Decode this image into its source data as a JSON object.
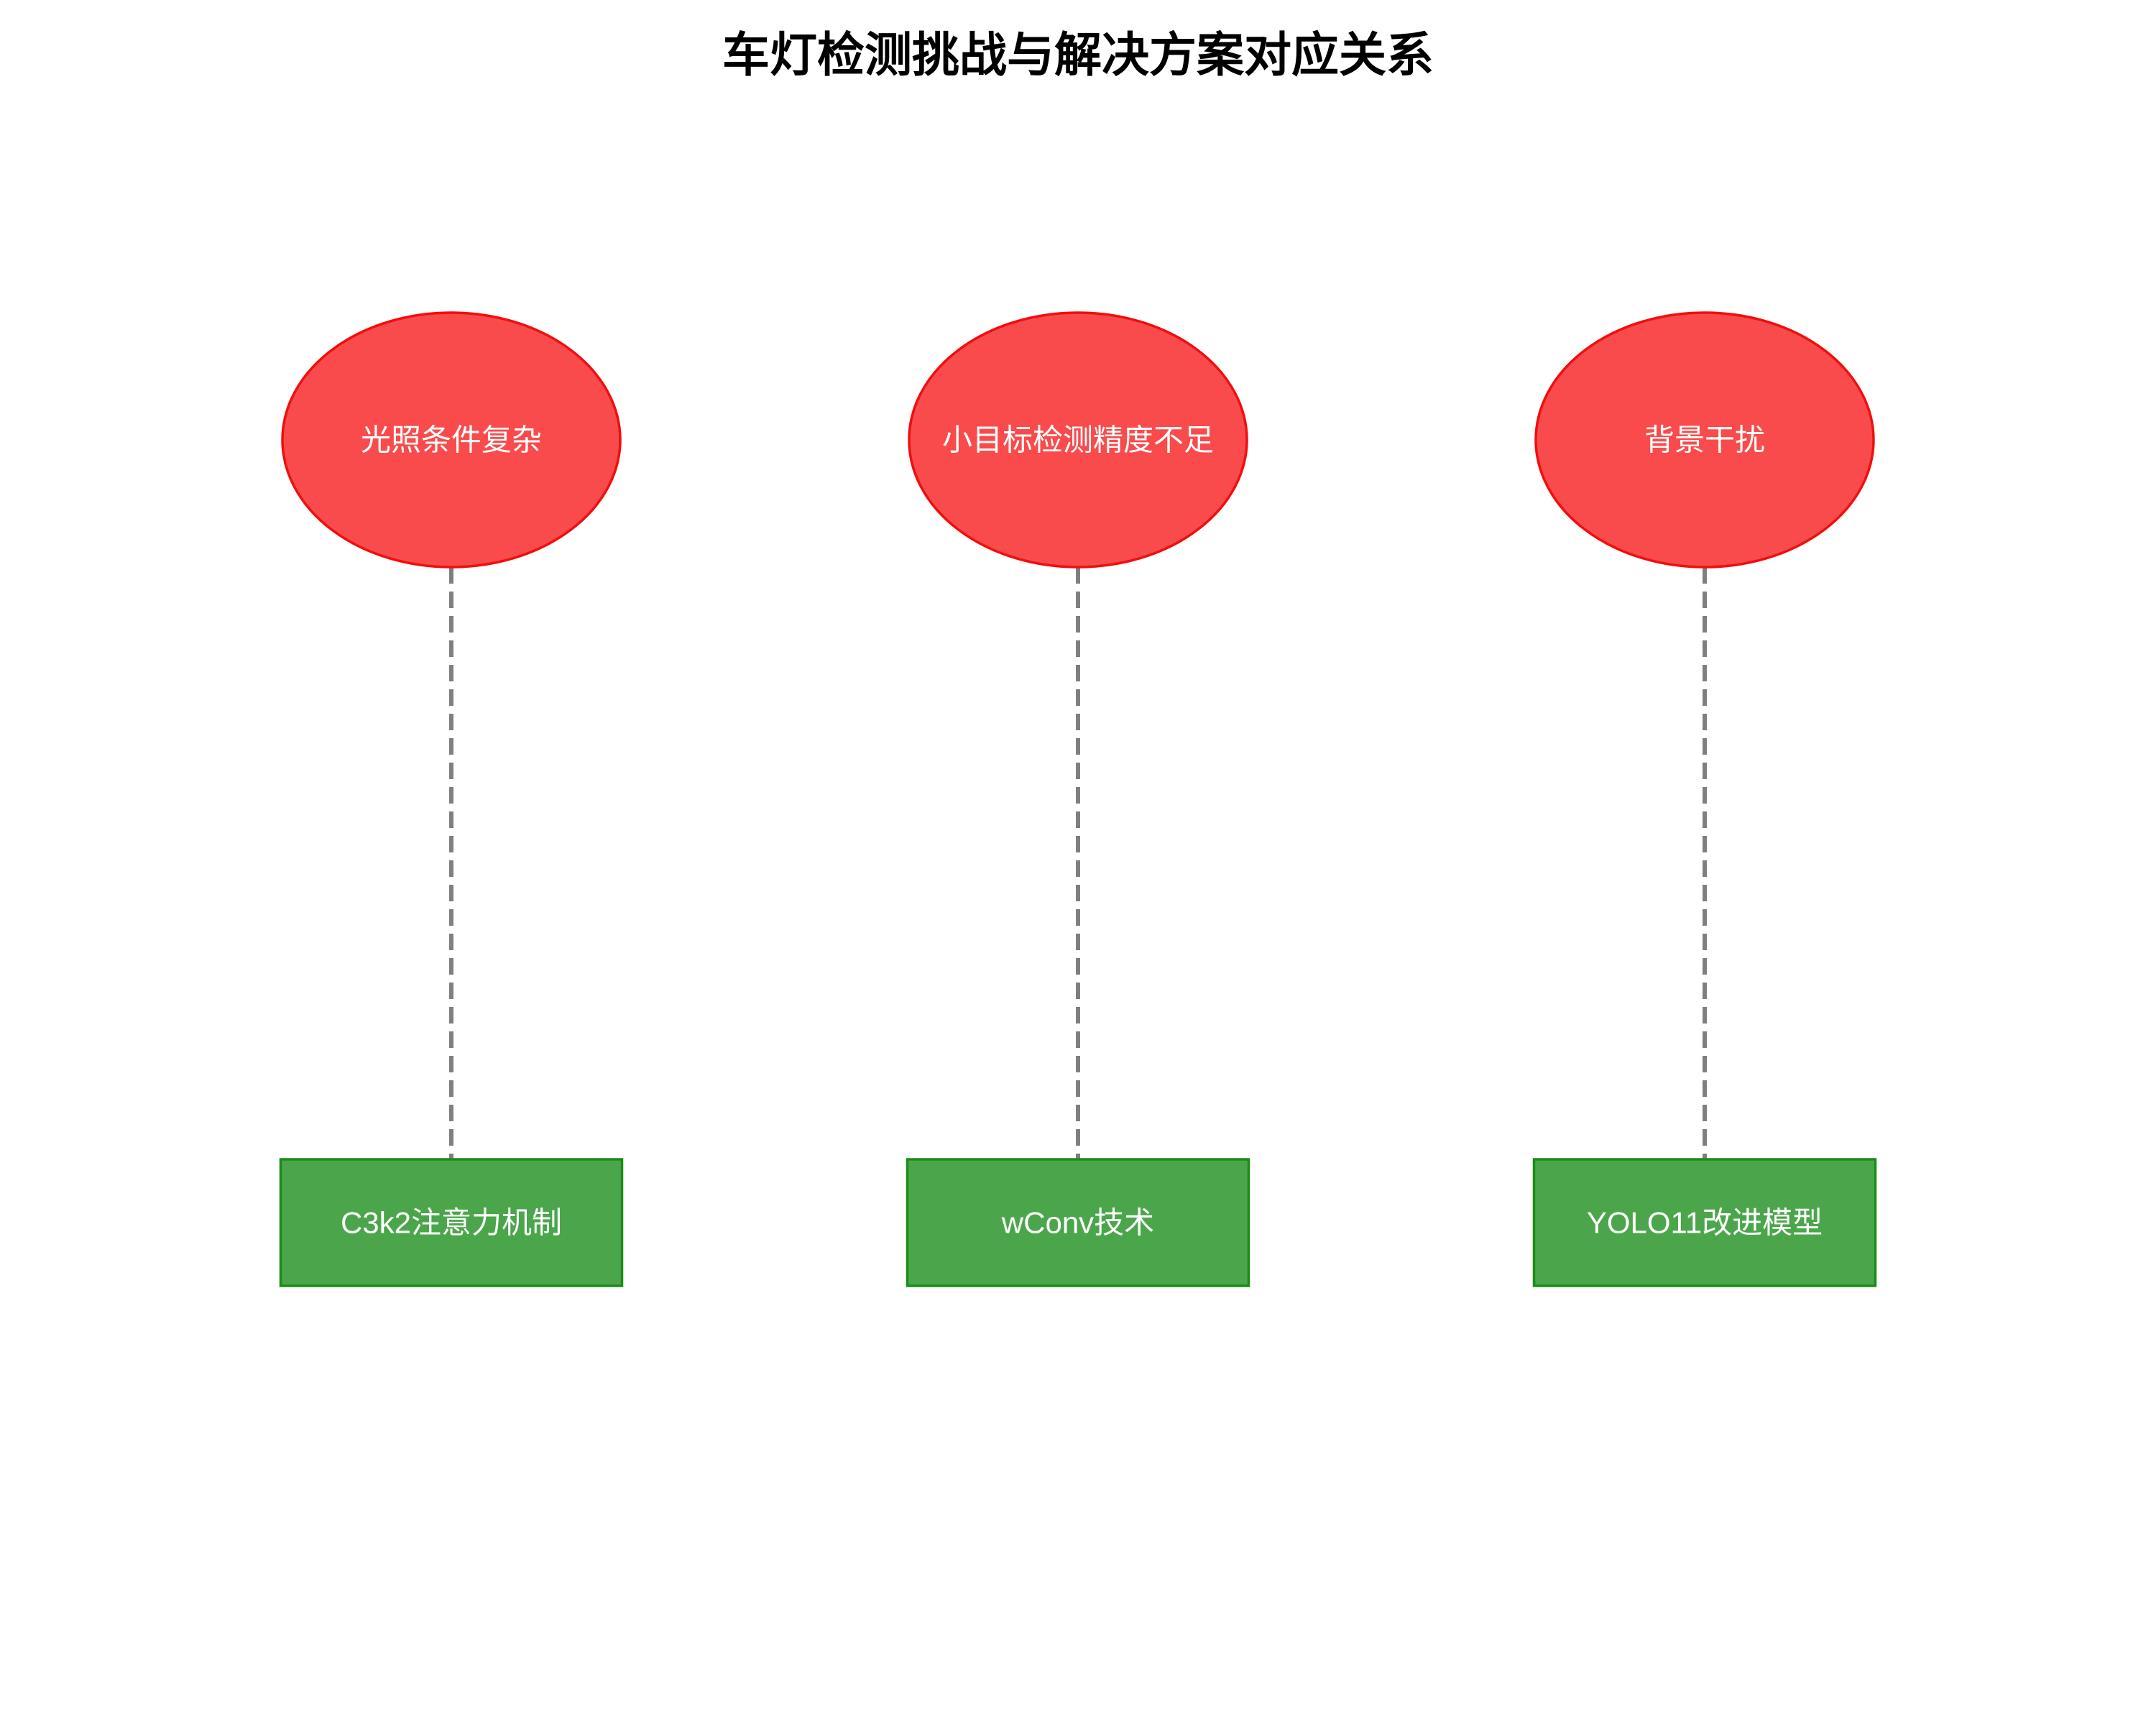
{
  "title": "车灯检测挑战与解决方案对应关系",
  "colors": {
    "title_text": "#000000",
    "challenge_fill": "#F94B4B",
    "challenge_border": "#F10E0E",
    "solution_fill": "#4BA64B",
    "solution_border": "#1A8C1A",
    "connector": "#7F7F7F",
    "node_text": "#FFFFFF"
  },
  "columns": [
    {
      "challenge": "光照条件复杂",
      "solution": "C3k2注意力机制"
    },
    {
      "challenge": "小目标检测精度不足",
      "solution": "wConv技术"
    },
    {
      "challenge": "背景干扰",
      "solution": "YOLO11改进模型"
    }
  ]
}
